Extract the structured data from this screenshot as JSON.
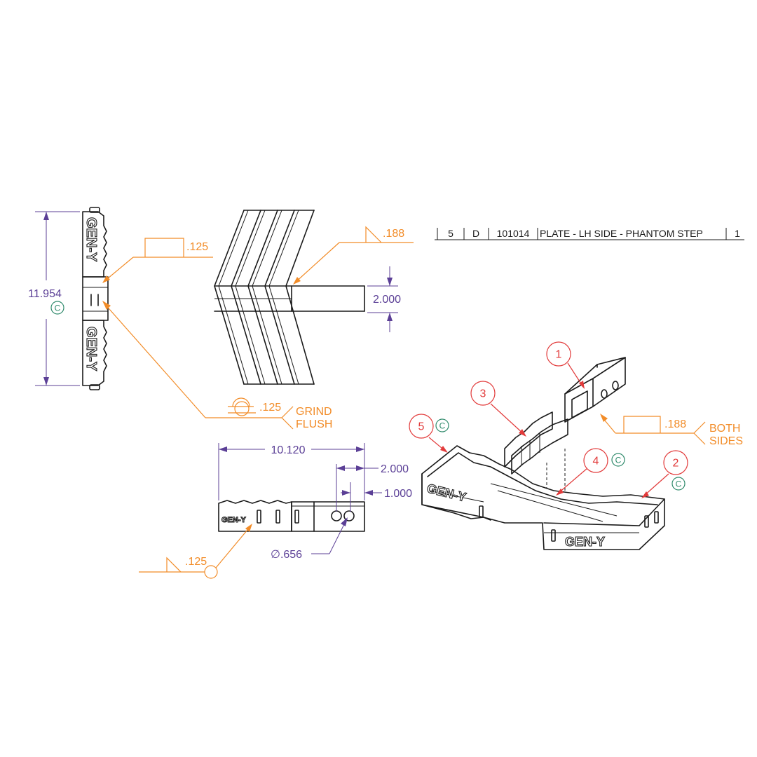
{
  "bom_row": {
    "item": "5",
    "rev": "D",
    "part_number": "101014",
    "description": "PLATE - LH SIDE - PHANTOM STEP",
    "qty": "1"
  },
  "dimensions": {
    "overall_height": "11.954",
    "tube_height": "2.000",
    "overall_length": "10.120",
    "hole_spacing": "2.000",
    "hole_offset": "1.000",
    "hole_diameter": "∅.656"
  },
  "weld_callouts": {
    "side_fillet": ".125",
    "top_fillet": ".188",
    "grind_value": ".125",
    "grind_note_line1": "GRIND",
    "grind_note_line2": "FLUSH",
    "receiver_fillet": ".188",
    "receiver_note_line1": "BOTH",
    "receiver_note_line2": "SIDES",
    "bottom_fillet": ".125"
  },
  "balloons": {
    "item1": "1",
    "item2": "2",
    "item3": "3",
    "item4": "4",
    "item5": "5"
  },
  "c_mark": "C",
  "logo": "GEN-Y",
  "colors": {
    "dimension": "#5b3f96",
    "weld": "#f28c28",
    "balloon": "#e23b3b",
    "c_mark": "#2f8a6b",
    "linework": "#1a1a1a"
  }
}
